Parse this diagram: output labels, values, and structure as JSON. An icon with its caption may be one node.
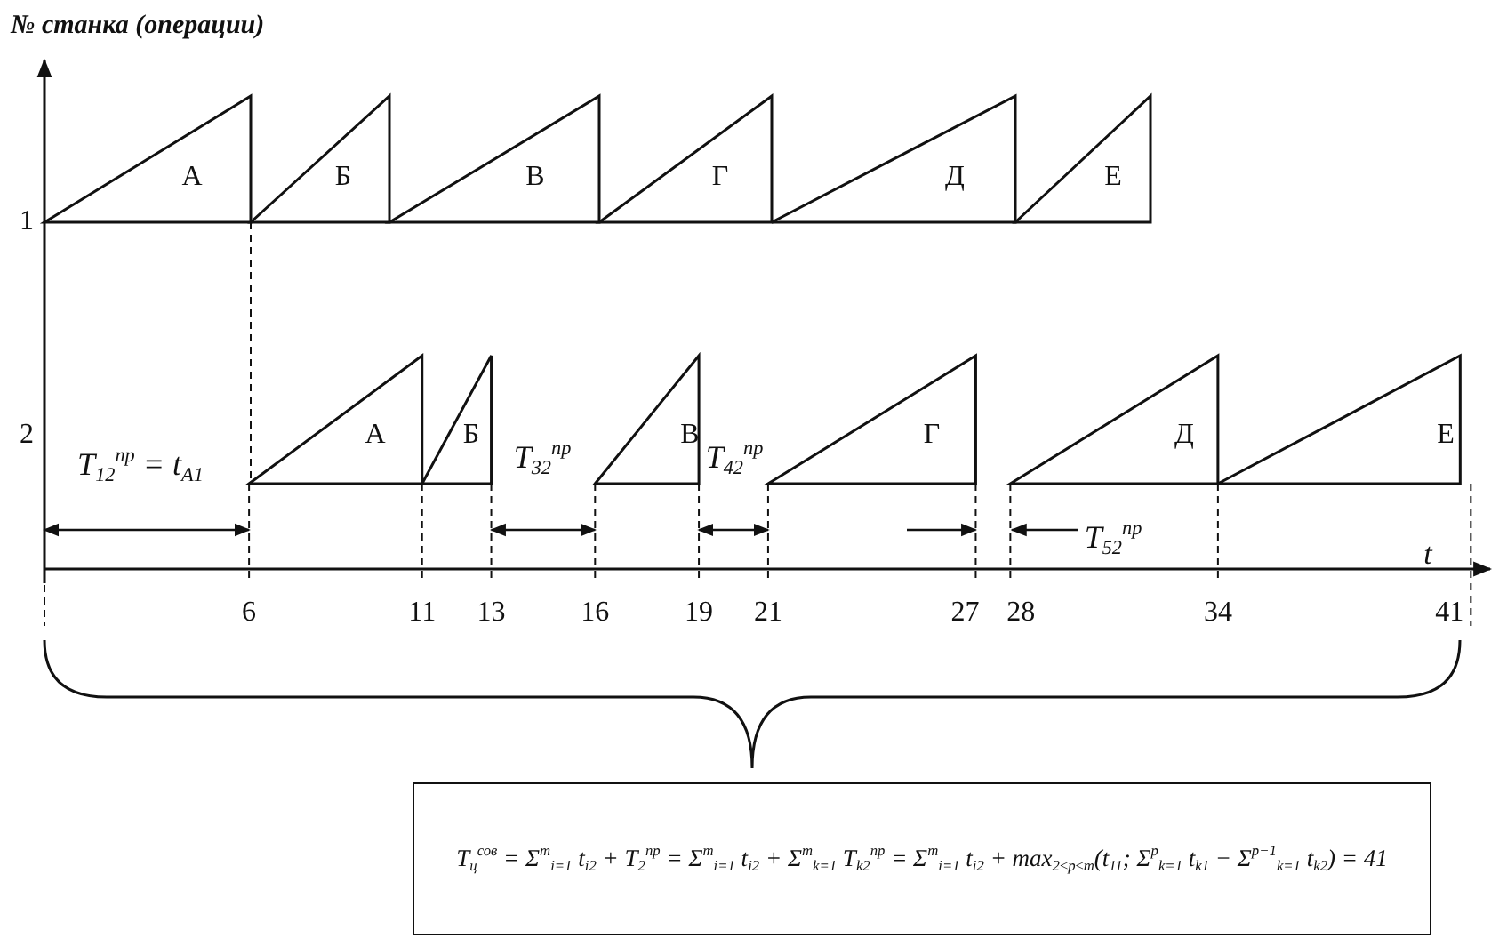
{
  "diagram": {
    "nodes": [
      {
        "text": [
          "T$_{ц}$$^{сов}$ = Σ$^{m}$$_{i=1}$ t$_{i2}$ + T$_{2}$$^{пр}$ = Σ$^{m}$$_{i=1}$ t$_{i2}$ + Σ$^{m}$$_{k=1}$ T$_{k2}$$^{пр}$ = Σ$^{m}$$_{i=1}$ t$_{i2}$ + max$_{2≤p≤m}$(t$_{11}$; Σ$^{p}$$_{k=1}$ t$_{k1}$ − Σ$^{p−1}$$_{k=1}$ t$_{k2}$) = 41"
        ]
      }
    ],
    "labels": [
      "№ станка (операции)",
      "1",
      "А",
      "Б",
      "В",
      "Г",
      "Д",
      "Е",
      "2",
      "А",
      "Б",
      "В",
      "Г",
      "Д",
      "Е",
      "T$_{12}$$^{пр}$ = t$_{А1}$",
      "T$_{32}$$^{пр}$",
      "T$_{42}$$^{пр}$",
      "T$_{52}$$^{пр}$",
      "t",
      "6",
      "11",
      "13",
      "16",
      "19",
      "21",
      "27",
      "28",
      "34",
      "41"
    ]
  }
}
